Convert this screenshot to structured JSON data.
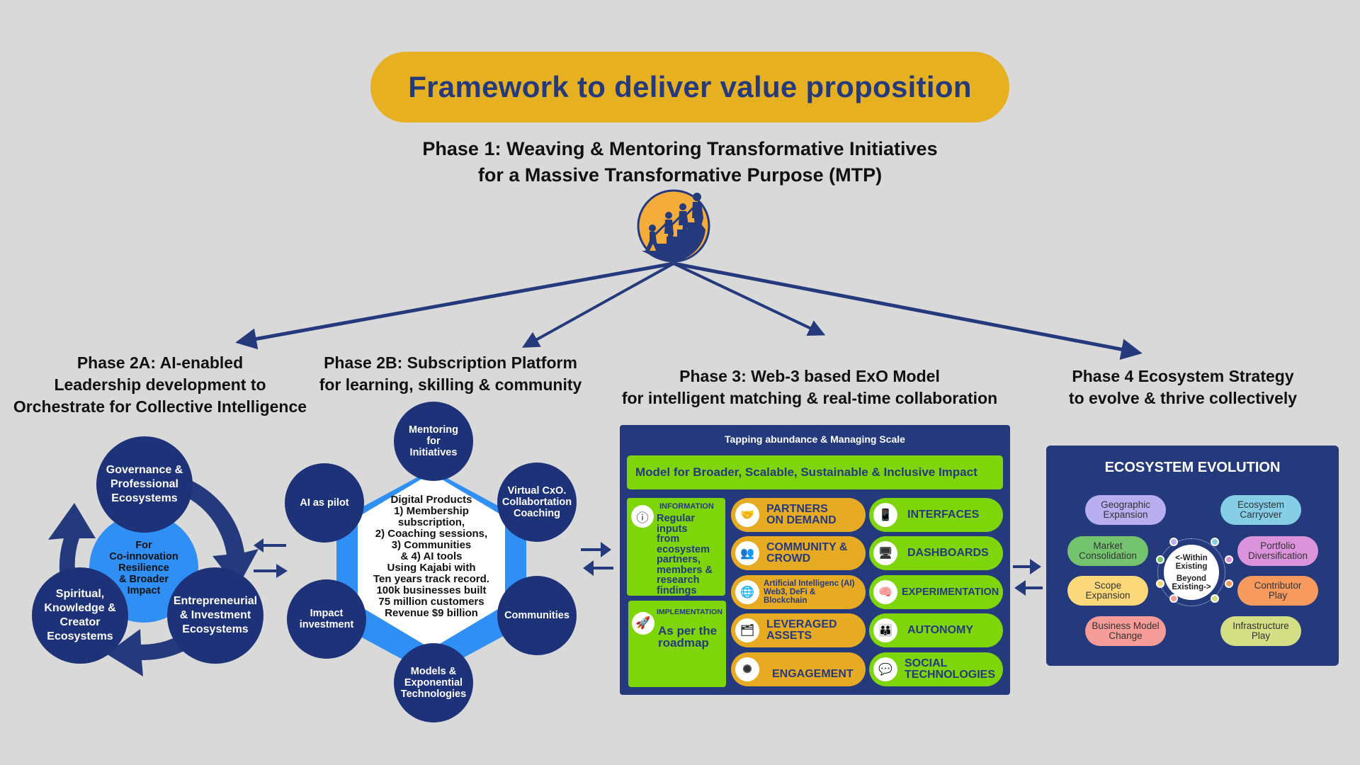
{
  "header": {
    "title": "Framework  to deliver value proposition",
    "phase1_line1": "Phase 1: Weaving & Mentoring Transformative Initiatives",
    "phase1_line2": "for a Massive Transformative Purpose (MTP)",
    "logo_icon": "people-climbing-stairs-icon"
  },
  "colors": {
    "background": "#d9d9d9",
    "title_pill": "#e6b020",
    "navy": "#253a7d",
    "dark_circle": "#1d3278",
    "bright_blue": "#2f8ff5",
    "lime": "#7ed60a",
    "amber": "#e6ab22"
  },
  "phase2a": {
    "title_line1": "Phase 2A: AI-enabled",
    "title_line2": "Leadership development to",
    "title_line3": "Orchestrate for Collective Intelligence",
    "center": [
      "For",
      "Co-innovation",
      "Resilience",
      "& Broader",
      "Impact"
    ],
    "nodes": [
      {
        "lines": [
          "Governance &",
          "Professional",
          "Ecosystems"
        ]
      },
      {
        "lines": [
          "Entrepreneurial",
          "& Investment",
          "Ecosystems"
        ]
      },
      {
        "lines": [
          "Spiritual,",
          "Knowledge &",
          "Creator",
          "Ecosystems"
        ]
      }
    ]
  },
  "phase2b": {
    "title_line1": "Phase 2B: Subscription Platform",
    "title_line2": "for learning, skilling & community",
    "center": [
      "Digital Products",
      "1) Membership",
      "subscription,",
      "2) Coaching sessions,",
      "3) Communities",
      "& 4) AI tools",
      "Using Kajabi with",
      "Ten years track record.",
      "100k businesses built",
      "75 million customers",
      "Revenue $9 billion"
    ],
    "nodes": [
      {
        "lines": [
          "Mentoring",
          "for",
          "Initiatives"
        ]
      },
      {
        "lines": [
          "Virtual CxO.",
          "Collabortation",
          "Coaching"
        ]
      },
      {
        "lines": [
          "Communities"
        ]
      },
      {
        "lines": [
          "Models &",
          "Exponential",
          "Technologies"
        ]
      },
      {
        "lines": [
          "Impact",
          "investment"
        ]
      },
      {
        "lines": [
          "AI as pilot"
        ]
      }
    ]
  },
  "phase3": {
    "title_line1": "Phase 3: Web-3 based ExO Model",
    "title_line2": "for intelligent matching & real-time collaboration",
    "header": "Tapping abundance & Managing Scale",
    "model": "Model for Broader, Scalable, Sustainable & Inclusive Impact",
    "information": {
      "label": "INFORMATION",
      "text": [
        "Regular inputs",
        "from",
        "ecosystem",
        "partners,",
        "members &",
        "research",
        "findings"
      ],
      "icon": "info-icon"
    },
    "implementation": {
      "label": "IMPLEMENTATION",
      "text": [
        "As per the",
        "roadmap"
      ],
      "icon": "rocket-icon"
    },
    "scale_attributes": [
      {
        "lines": [
          "PARTNERS",
          "ON DEMAND"
        ],
        "icon": "handshake-icon"
      },
      {
        "lines": [
          "COMMUNITY &",
          "CROWD"
        ],
        "icon": "people-group-icon"
      },
      {
        "lines": [
          "Artificial Intelligenc (AI)",
          "Web3, DeFi &",
          "Blockchain"
        ],
        "icon": "network-globe-icon"
      },
      {
        "lines": [
          "LEVERAGED",
          "ASSETS"
        ],
        "icon": "assets-icon"
      },
      {
        "lines": [
          "ENGAGEMENT"
        ],
        "icon": "engagement-hub-icon"
      }
    ],
    "idea_attributes": [
      {
        "lines": [
          "INTERFACES"
        ],
        "icon": "touch-phone-icon"
      },
      {
        "lines": [
          "DASHBOARDS"
        ],
        "icon": "monitor-chart-icon"
      },
      {
        "lines": [
          "EXPERIMENTATION"
        ],
        "icon": "brain-search-icon"
      },
      {
        "lines": [
          "AUTONOMY"
        ],
        "icon": "team-icon"
      },
      {
        "lines": [
          "SOCIAL",
          "TECHNOLOGIES"
        ],
        "icon": "chat-screens-icon"
      }
    ]
  },
  "phase4": {
    "title_line1": "Phase 4 Ecosystem Strategy",
    "title_line2": "to evolve & thrive collectively",
    "box_title": "ECOSYSTEM EVOLUTION",
    "hub": [
      "<-Within",
      "Existing",
      "Beyond",
      "Existing->"
    ],
    "within_existing": [
      {
        "lines": [
          "Geographic",
          "Expansion"
        ],
        "color": "#b8aef0"
      },
      {
        "lines": [
          "Market",
          "Consolidation"
        ],
        "color": "#74c46f"
      },
      {
        "lines": [
          "Scope",
          "Expansion"
        ],
        "color": "#fbd97a"
      },
      {
        "lines": [
          "Business Model",
          "Change"
        ],
        "color": "#f59b98"
      }
    ],
    "beyond_existing": [
      {
        "lines": [
          "Ecosystem",
          "Carryover"
        ],
        "color": "#86cde6"
      },
      {
        "lines": [
          "Portfolio",
          "Diversification"
        ],
        "color": "#db93dc"
      },
      {
        "lines": [
          "Contributor",
          "Play"
        ],
        "color": "#f79a5e"
      },
      {
        "lines": [
          "Infrastructure",
          "Play"
        ],
        "color": "#d3de85"
      }
    ]
  }
}
